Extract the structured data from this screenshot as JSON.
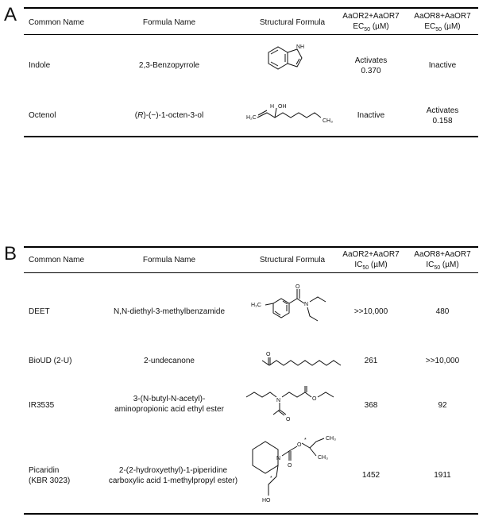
{
  "panelA": {
    "label": "A",
    "headers": [
      "Common Name",
      "Formula Name",
      "Structural Formula",
      "AaOR2+AaOR7",
      "EC",
      "50",
      " (µM)",
      "AaOR8+AaOR7",
      "EC",
      "50",
      " (µM)"
    ],
    "rows": [
      {
        "common": "Indole",
        "formula_pre": "",
        "formula": "2,3-Benzopyrrole",
        "or2_line1": "Activates",
        "or2_line2": "0.370",
        "or8_line1": "Inactive",
        "or8_line2": ""
      },
      {
        "common": "Octenol",
        "formula_pre": "(R)",
        "formula": "-(−)-1-octen-3-ol",
        "or2_line1": "Inactive",
        "or2_line2": "",
        "or8_line1": "Activates",
        "or8_line2": "0.158"
      }
    ],
    "struct_labels": {
      "nh": "NH",
      "h": "H",
      "oh": "OH",
      "h2c": "H₂C",
      "ch3": "CH₃"
    }
  },
  "panelB": {
    "label": "B",
    "headers": [
      "Common Name",
      "Formula Name",
      "Structural Formula",
      "AaOR2+AaOR7",
      "IC",
      "50",
      " (µM)",
      "AaOR8+AaOR7",
      "IC",
      "50",
      " (µM)"
    ],
    "rows": [
      {
        "common1": "DEET",
        "common2": "",
        "formula1": "N,N-diethyl-3-methylbenzamide",
        "formula2": "",
        "or2": ">>10,000",
        "or8": "480"
      },
      {
        "common1": "BioUD (2-U)",
        "common2": "",
        "formula1": "2-undecanone",
        "formula2": "",
        "or2": "261",
        "or8": ">>10,000"
      },
      {
        "common1": "IR3535",
        "common2": "",
        "formula1": "3-(N-butyl-N-acetyl)-",
        "formula2": "aminopropionic acid ethyl ester",
        "or2": "368",
        "or8": "92"
      },
      {
        "common1": "Picaridin",
        "common2": "(KBR 3023)",
        "formula1": "2-(2-hydroxyethyl)-1-piperidine",
        "formula2": "carboxylic acid 1-methylpropyl ester)",
        "or2": "1452",
        "or8": "1911"
      }
    ],
    "struct_labels": {
      "h3c": "H₃C",
      "n": "N",
      "o": "O",
      "star": "*",
      "ho": "HO",
      "ch3": "CH₃"
    }
  }
}
